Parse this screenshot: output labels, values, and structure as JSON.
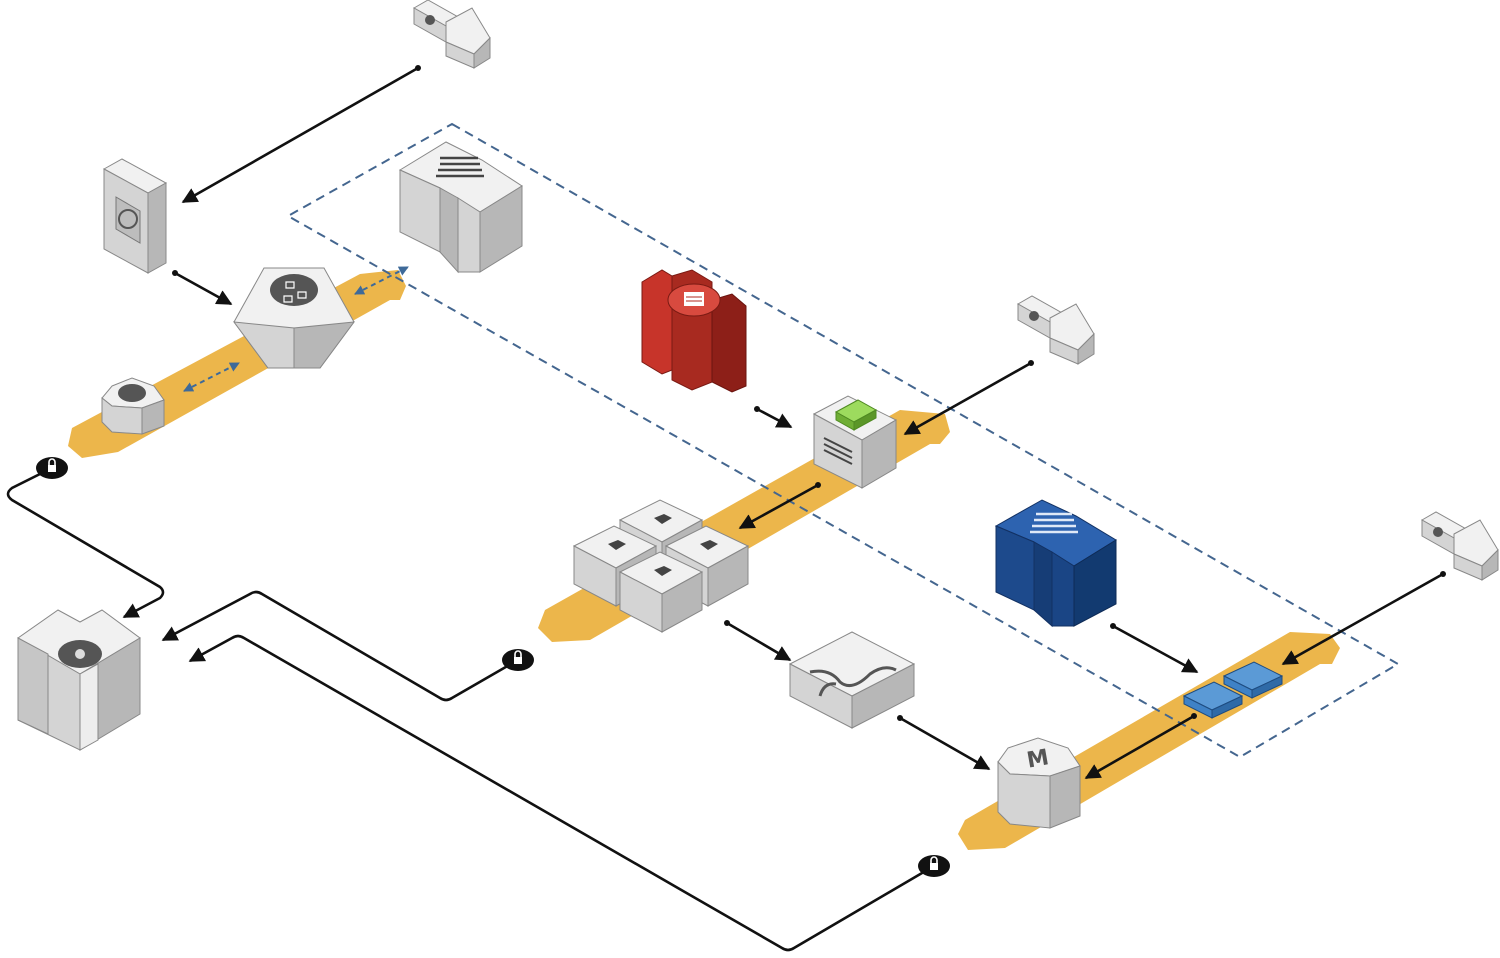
{
  "diagram": {
    "nodes": [
      {
        "id": "cloud-client-top",
        "icon": "cloud-client-icon"
      },
      {
        "id": "cloud-client-mid",
        "icon": "cloud-client-icon"
      },
      {
        "id": "cloud-client-right",
        "icon": "cloud-client-icon"
      },
      {
        "id": "dns-server",
        "icon": "dns-server-icon"
      },
      {
        "id": "vpn-router",
        "icon": "router-icon"
      },
      {
        "id": "small-gateway",
        "icon": "gateway-icon"
      },
      {
        "id": "data-center-top",
        "icon": "data-center-icon"
      },
      {
        "id": "red-database-cluster",
        "icon": "database-cluster-icon",
        "color": "#b02a1f"
      },
      {
        "id": "app-server",
        "icon": "app-server-icon",
        "accent": "#7cc142"
      },
      {
        "id": "server-cluster",
        "icon": "server-cluster-icon"
      },
      {
        "id": "storage-volume",
        "icon": "storage-icon"
      },
      {
        "id": "blue-data-center",
        "icon": "data-center-icon",
        "color": "#1d4a8c"
      },
      {
        "id": "blue-volumes",
        "icon": "volume-icon",
        "color": "#3f82c6"
      },
      {
        "id": "metrics-server",
        "icon": "metrics-server-icon"
      },
      {
        "id": "headquarters",
        "icon": "corporate-datacenter-icon"
      }
    ],
    "colors": {
      "band": "#ecb64b",
      "dashed_boundary": "#44668f",
      "connector": "#111111",
      "red_accent": "#b02a1f",
      "blue_accent": "#1d4a8c",
      "green_accent": "#7cc142"
    },
    "lock_icons": [
      "lock-icon",
      "lock-icon",
      "lock-icon"
    ]
  }
}
